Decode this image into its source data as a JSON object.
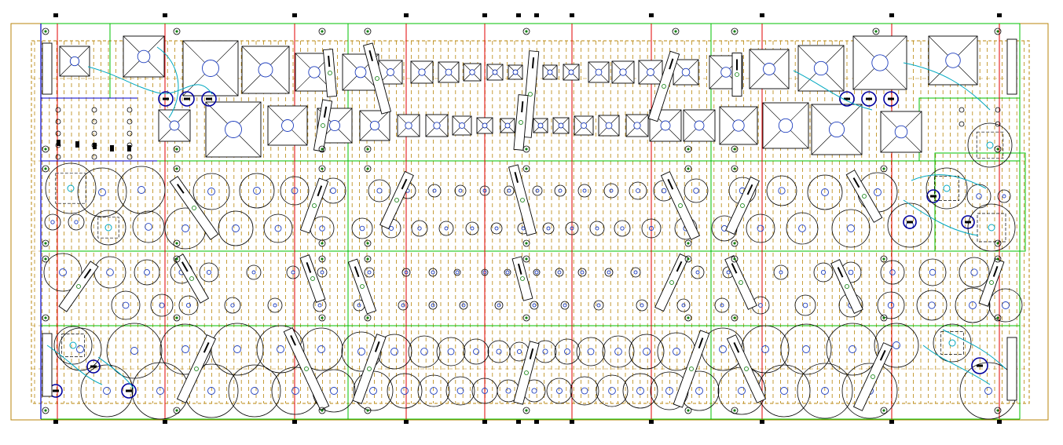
{
  "drawing": {
    "background": "#ffffff",
    "colors": {
      "sheet_border": "#b8860b",
      "dashed_grid": "#b8860b",
      "zone_lines": "#00c000",
      "red_axes": "#e00000",
      "blue_lines": "#0000cc",
      "cyan_lines": "#00a8c0",
      "ink": "#000000",
      "circle_center": "#1f3fbf",
      "plate_fill": "#ffffff"
    },
    "zones": {
      "columns": 4,
      "rows": 4
    },
    "tags": {
      "column_markers": 16,
      "row_markers": 20
    }
  }
}
